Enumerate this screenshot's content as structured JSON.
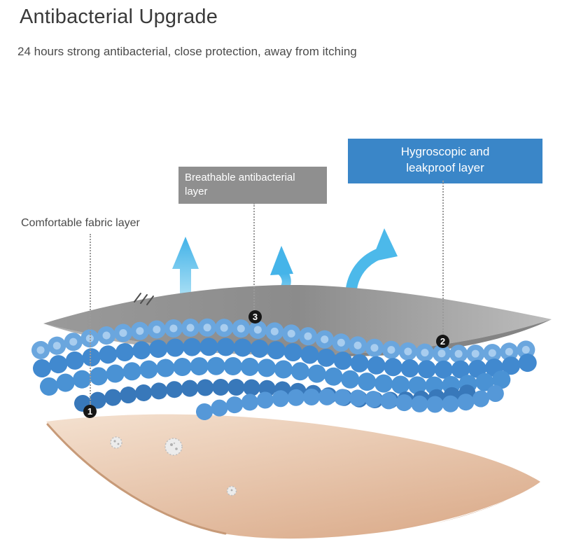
{
  "page": {
    "title": "Antibacterial Upgrade",
    "subtitle": "24 hours strong antibacterial, close protection, away from itching"
  },
  "labels": {
    "comfortable": {
      "text": "Comfortable fabric layer",
      "number": "1"
    },
    "breathable": {
      "text": "Breathable antibacterial layer",
      "number": "3"
    },
    "hygroscopic": {
      "text": "Hygroscopic and leakproof layer",
      "number": "2"
    }
  },
  "colors": {
    "label_gray_bg": "#8f8f8f",
    "label_blue_bg": "#3a86c8",
    "arrow_blue": "#41b2e8",
    "tube_blue": "#4a92d4",
    "top_layer_gray": "#9a9a9a",
    "fabric_beige": "#e9cdb4"
  }
}
